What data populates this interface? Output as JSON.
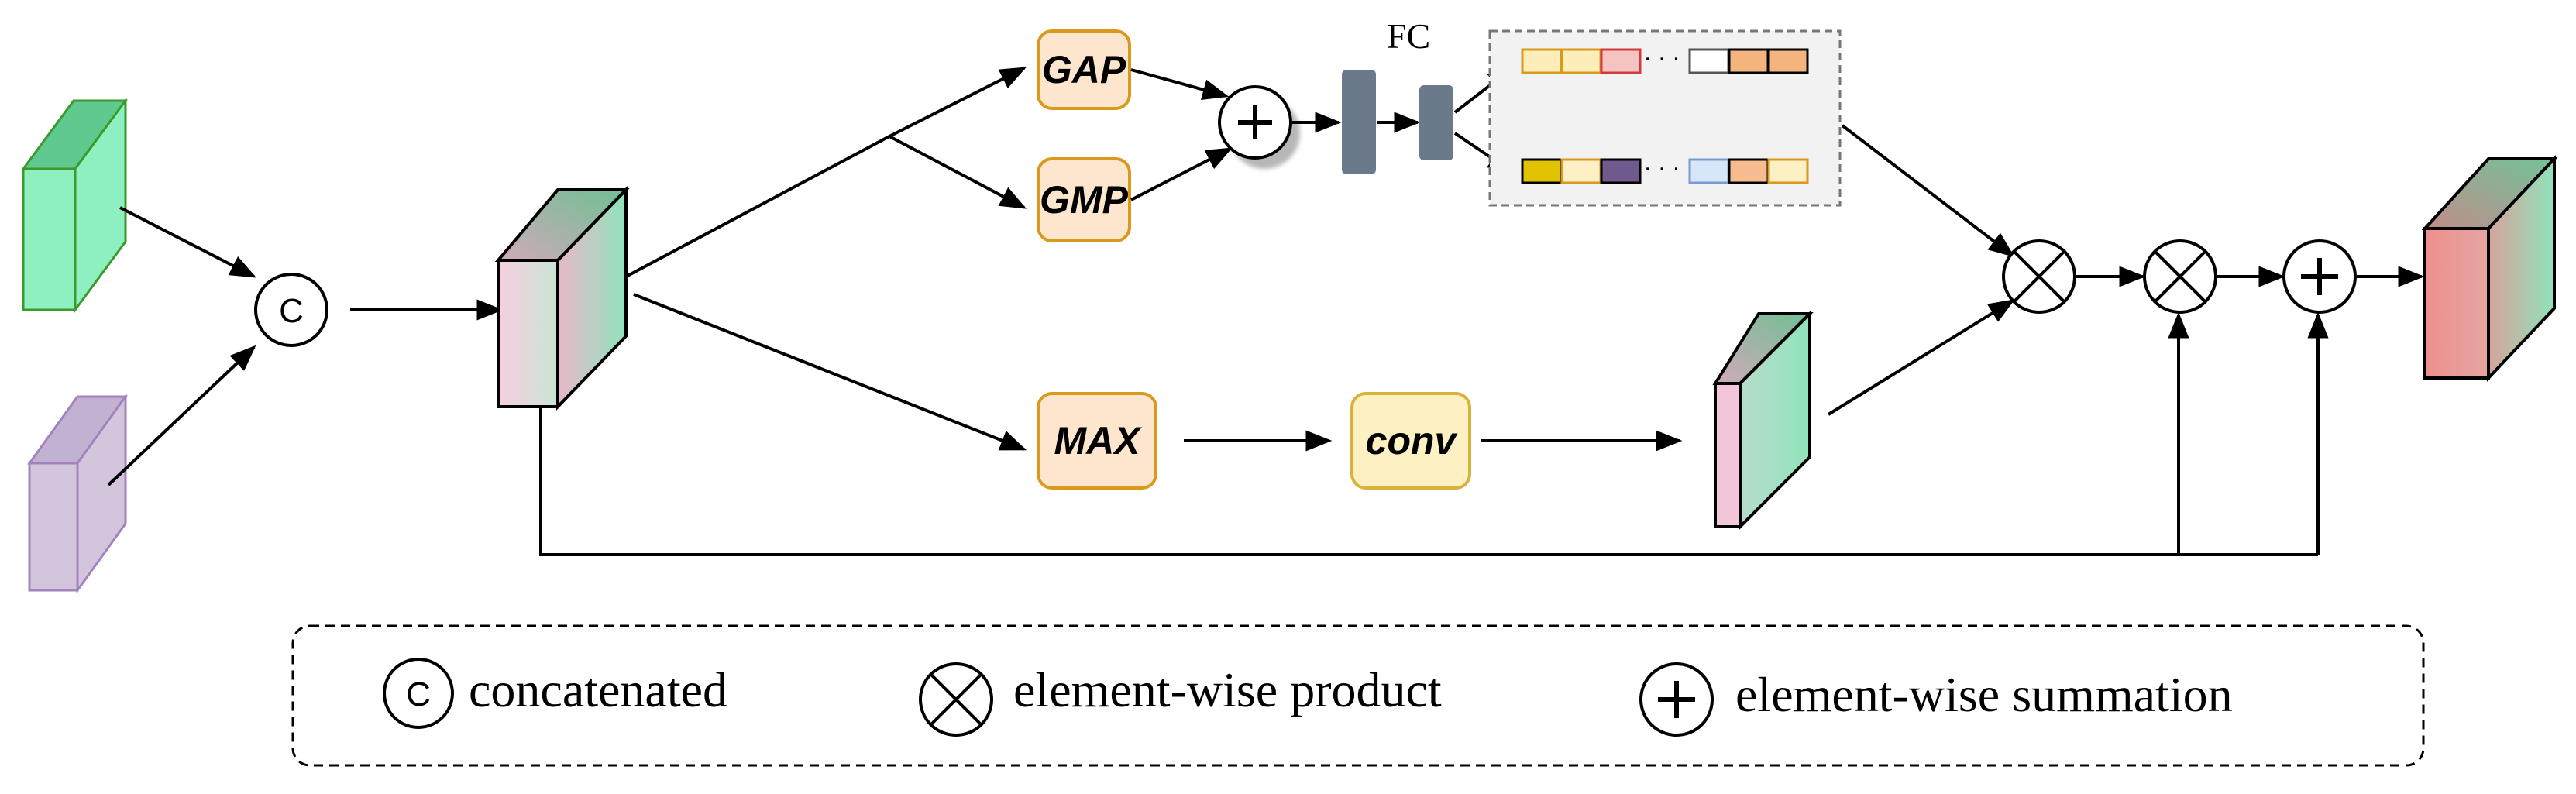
{
  "diagram": {
    "nodes": {
      "gap": "GAP",
      "gmp": "GMP",
      "max": "MAX",
      "conv": "conv",
      "fc": "FC",
      "concat_symbol": "C"
    },
    "legend": {
      "concatenated": "concatenated",
      "product": "element-wise product",
      "summation": "element-wise summation",
      "concat_symbol": "C"
    },
    "colors": {
      "op_fill": "#fde6cd",
      "op_stroke": "#d99a1c",
      "conv_fill": "#fdf1c4",
      "conv_stroke": "#d9b23c",
      "fc_bar": "#6b7a8b",
      "panel_fill": "#f2f2f2",
      "input_green": "#8ef0c0",
      "input_purple": "#d3c6dc"
    },
    "vector_top_colors": [
      "#fdedb8",
      "#fdedb8",
      "#f6c3c3",
      "#ffffff",
      "#f4b47d",
      "#f4b47d"
    ],
    "vector_bottom_colors": [
      "#e0c200",
      "#fdf0c4",
      "#6e5a8c",
      "#d8e6fa",
      "#f6bb8e",
      "#fdf0c4"
    ]
  }
}
